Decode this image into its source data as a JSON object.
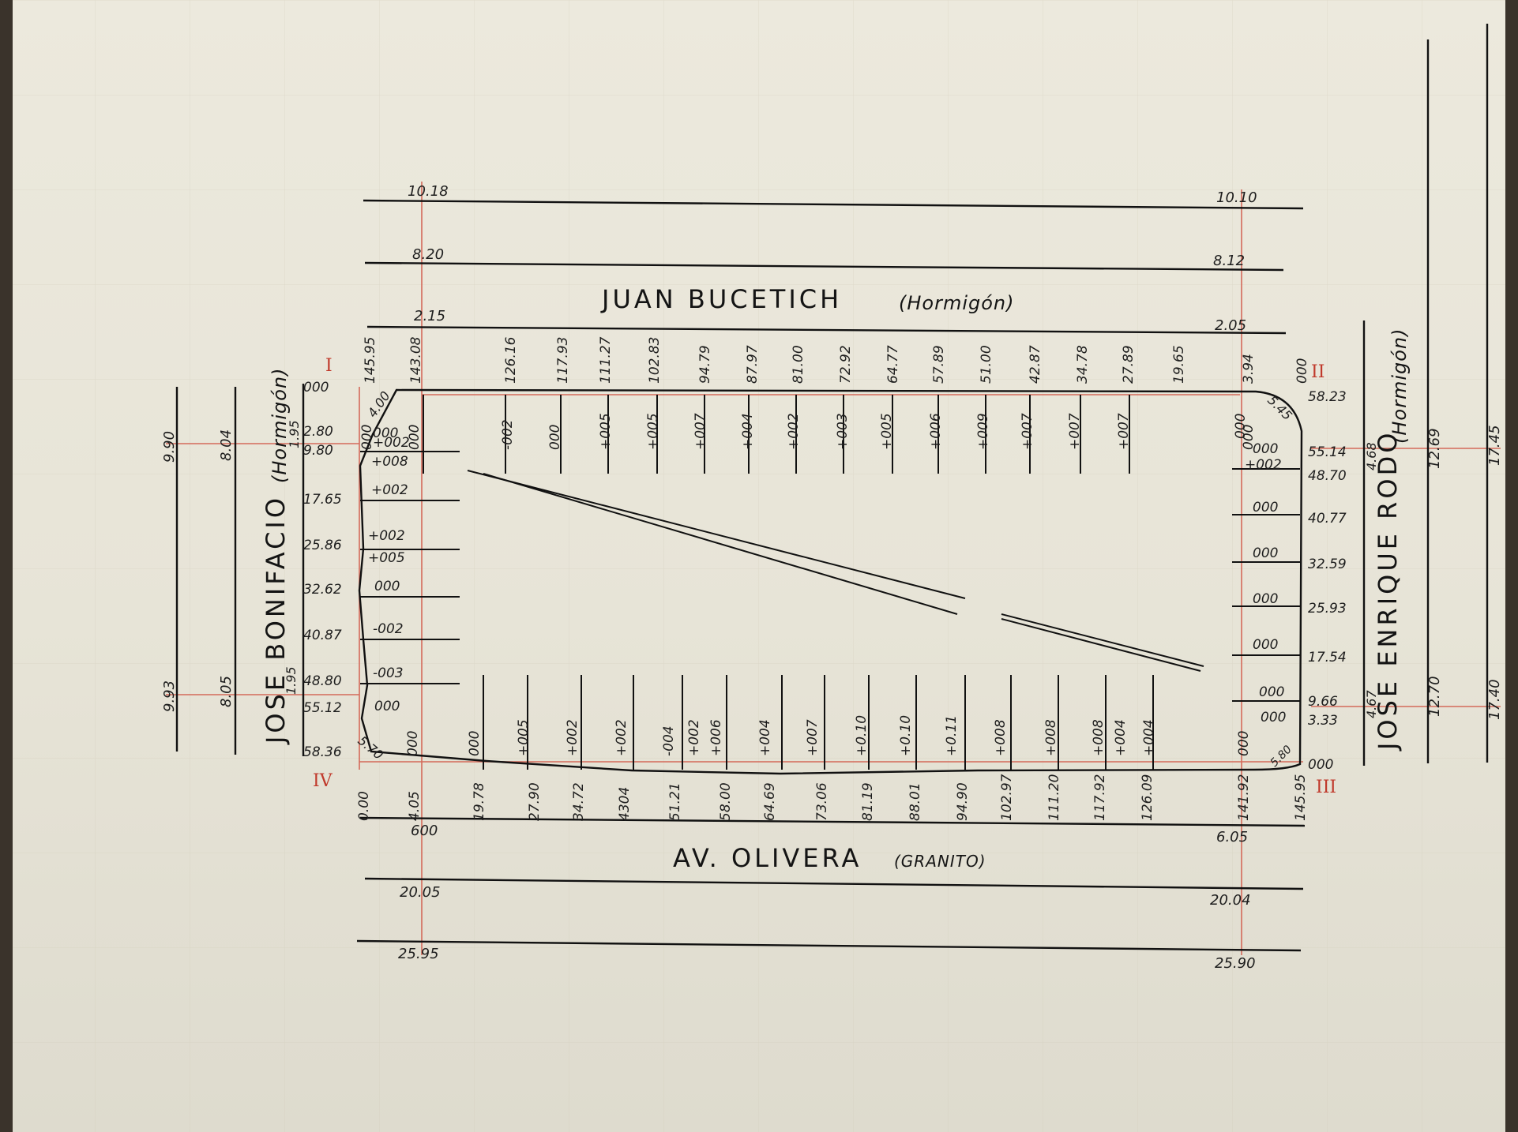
{
  "streets": {
    "north": {
      "name": "JUAN BUCETICH",
      "surface": "(Hormigón)"
    },
    "south": {
      "name": "AV. OLIVERA",
      "surface": "(GRANITO)"
    },
    "west": {
      "name": "JOSE BONIFACIO",
      "surface": "(Hormigón)"
    },
    "east": {
      "name": "JOSE ENRIQUE RODO",
      "surface": "(Hormigón)"
    }
  },
  "corners": [
    "I",
    "II",
    "III",
    "IV"
  ],
  "north_widths": {
    "left": [
      "10.18",
      "8.20",
      "2.15"
    ],
    "right": [
      "10.10",
      "8.12",
      "2.05"
    ]
  },
  "south_widths": {
    "left": [
      "600",
      "20.05",
      "25.95"
    ],
    "right": [
      "6.05",
      "20.04",
      "25.90"
    ]
  },
  "west_widths": {
    "top": [
      "9.90",
      "8.04",
      "1.95"
    ],
    "bottom": [
      "9.93",
      "8.05",
      "1.95"
    ]
  },
  "east_widths": {
    "top": [
      "4.68",
      "12.69",
      "17.45"
    ],
    "bottom": [
      "4.67",
      "12.70",
      "17.40"
    ]
  },
  "north_stations": [
    "145.95",
    "143.08",
    "126.16",
    "117.93",
    "111.27",
    "102.83",
    "94.79",
    "87.97",
    "81.00",
    "72.92",
    "64.77",
    "57.89",
    "51.00",
    "42.87",
    "34.78",
    "27.89",
    "19.65",
    "3.94",
    "000"
  ],
  "north_levels": [
    "000",
    "000",
    "-002",
    "000",
    "+005",
    "+005",
    "+007",
    "+004",
    "+002",
    "+003",
    "+005",
    "+006",
    "+009",
    "+007",
    "+007",
    "+007",
    "000"
  ],
  "south_stations": [
    "0.00",
    "4.05",
    "19.78",
    "27.90",
    "34.72",
    "4304",
    "51.21",
    "58.00",
    "64.69",
    "73.06",
    "81.19",
    "88.01",
    "94.90",
    "102.97",
    "111.20",
    "117.92",
    "126.09",
    "141.92",
    "145.95"
  ],
  "south_levels": [
    "000",
    "000",
    "+005",
    "+002",
    "+002",
    "-004",
    "+002",
    "+006",
    "+004",
    "+007",
    "+0.10",
    "+0.10",
    "+0.11",
    "+008",
    "+008",
    "+008",
    "+004",
    "+004",
    "000"
  ],
  "west_stations": [
    "000",
    "2.80",
    "9.80",
    "17.65",
    "25.86",
    "32.62",
    "40.87",
    "48.80",
    "55.12",
    "58.36"
  ],
  "west_levels": [
    "000",
    "+002",
    "+008",
    "+002",
    "+002",
    "+005",
    "000",
    "-002",
    "-003",
    "000"
  ],
  "east_stations": [
    "58.23",
    "55.14",
    "48.70",
    "40.77",
    "32.59",
    "25.93",
    "17.54",
    "9.66",
    "3.33",
    "000"
  ],
  "east_levels": [
    "000",
    "000",
    "+002",
    "000",
    "000",
    "000",
    "000",
    "000",
    "000"
  ],
  "corner_radii": {
    "nw": "4.00",
    "ne": "5.45",
    "sw": "5.70",
    "se": "5.80"
  }
}
